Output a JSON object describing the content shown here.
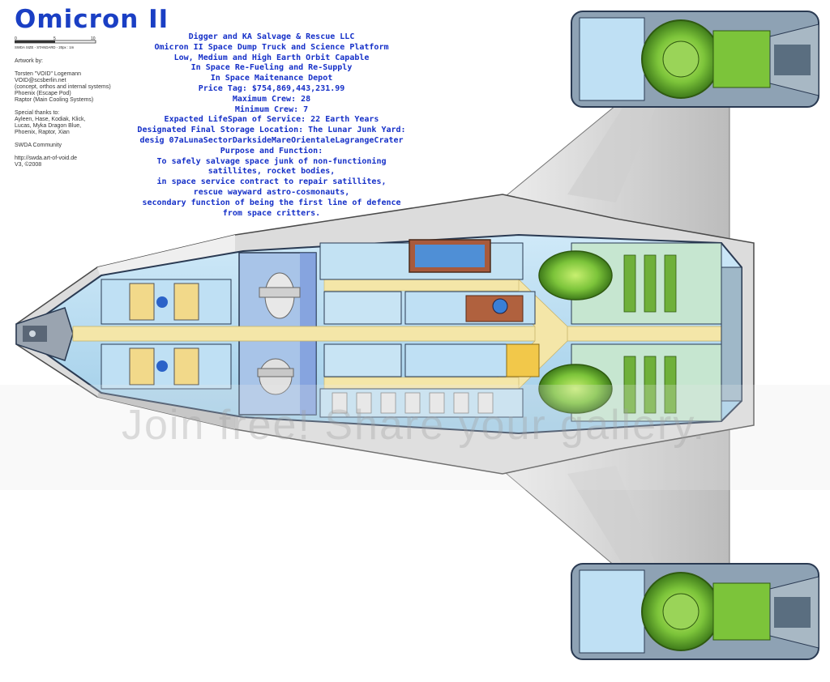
{
  "title": "Omicron II",
  "scale_bar": {
    "ticks": [
      "0",
      "5",
      "10"
    ],
    "caption": "SWDA SIZE - STANDARD - 20px : 1m"
  },
  "credits": {
    "artwork_heading": "Artwork by:",
    "artists": [
      "Torsten \"VOID\" Logemann",
      "VOID@scsberlin.net",
      "(concept, orthos and internal systems)",
      "Phoenix (Escape Pod)",
      "Raptor (Main Cooling Systems)"
    ],
    "thanks_heading": "Special thanks to:",
    "thanks": [
      "Ayleen, Hase, Kodiak, Klick,",
      "Lucas, Myka Dragon Blue,",
      "Phoenix, Raptor, Xian"
    ],
    "community": "SWDA Community",
    "url": "http://swda.art-of-void.de",
    "version": "V3, ©2008"
  },
  "description": [
    "Digger and KA Salvage & Rescue LLC",
    "Omicron II Space Dump Truck and Science Platform",
    "Low, Medium and High Earth Orbit Capable",
    "In Space Re-Fueling and Re-Supply",
    "In Space Maitenance Depot",
    "Price Tag: $754,869,443,231.99",
    "Maximum Crew: 28",
    "Minimum Crew: 7",
    "Expacted LifeSpan of Service: 22 Earth Years",
    "Designated Final Storage Location: The Lunar Junk Yard:",
    "desig 07aLunaSectorDarksideMareOrientaleLagrangeCrater",
    "Purpose and Function:",
    "To safely salvage space junk of non-functioning",
    "satillites, rocket bodies,",
    "in space service contract to repair satillites,",
    "rescue wayward astro-cosmonauts,",
    "secondary function of being the first line of defence",
    "from space critters."
  ],
  "watermark": "Join free! Share your gallery.",
  "colors": {
    "title": "#1a3fc4",
    "hull": "#d8d8d8",
    "deck": "#b8dcf0",
    "engine_green": "#7cc43a",
    "corridor": "#f4e6a8",
    "pool": "#4f8fd6",
    "hull_outline": "#2a3a52"
  }
}
